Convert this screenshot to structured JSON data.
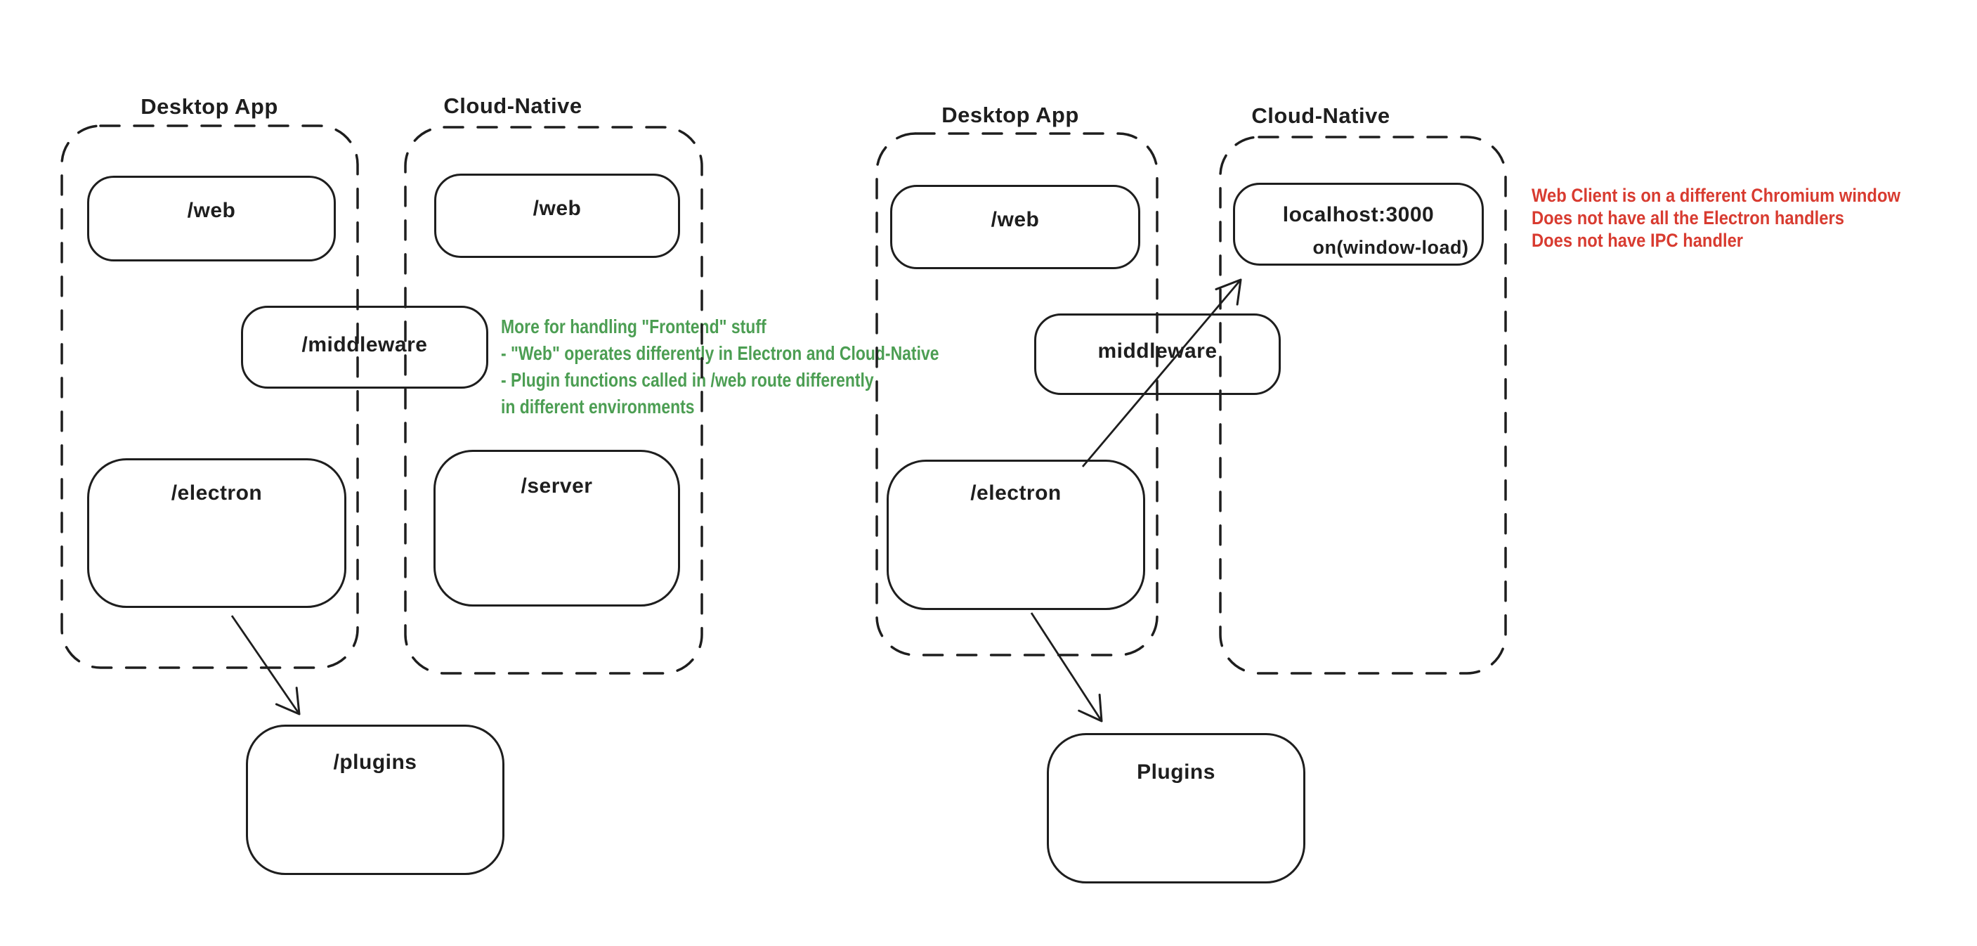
{
  "colors": {
    "stroke": "#1e1e1e",
    "red": "#d83b30",
    "green": "#4c9e53",
    "background": "#ffffff"
  },
  "diagram_left": {
    "desktop_group": {
      "label": "Desktop App",
      "web_box": "/web",
      "electron_box": "/electron"
    },
    "cloud_group": {
      "label": "Cloud-Native",
      "web_box": "/web",
      "server_box": "/server"
    },
    "middleware_box": "/middleware",
    "plugins_box": "/plugins"
  },
  "diagram_right": {
    "desktop_group": {
      "label": "Desktop App",
      "web_box": "/web",
      "electron_box": "/electron"
    },
    "cloud_group": {
      "label": "Cloud-Native",
      "localhost_box": "localhost:3000",
      "window_load_label": "on(window-load)"
    },
    "middleware_box": "middleware",
    "plugins_box": "Plugins"
  },
  "notes": {
    "green": {
      "lines": [
        "More for handling \"Frontend\" stuff",
        "- \"Web\" operates differently in Electron and Cloud-Native",
        "- Plugin functions called in /web route differently",
        "in different environments"
      ]
    },
    "red": {
      "lines": [
        "Web Client is on a different Chromium window",
        "Does not have all the Electron handlers",
        "Does not have IPC handler"
      ]
    }
  },
  "arrows": [
    {
      "from": "/electron",
      "to": "/plugins"
    },
    {
      "from": "/electron",
      "to": "localhost:3000"
    },
    {
      "from": "/electron",
      "to": "Plugins"
    }
  ]
}
